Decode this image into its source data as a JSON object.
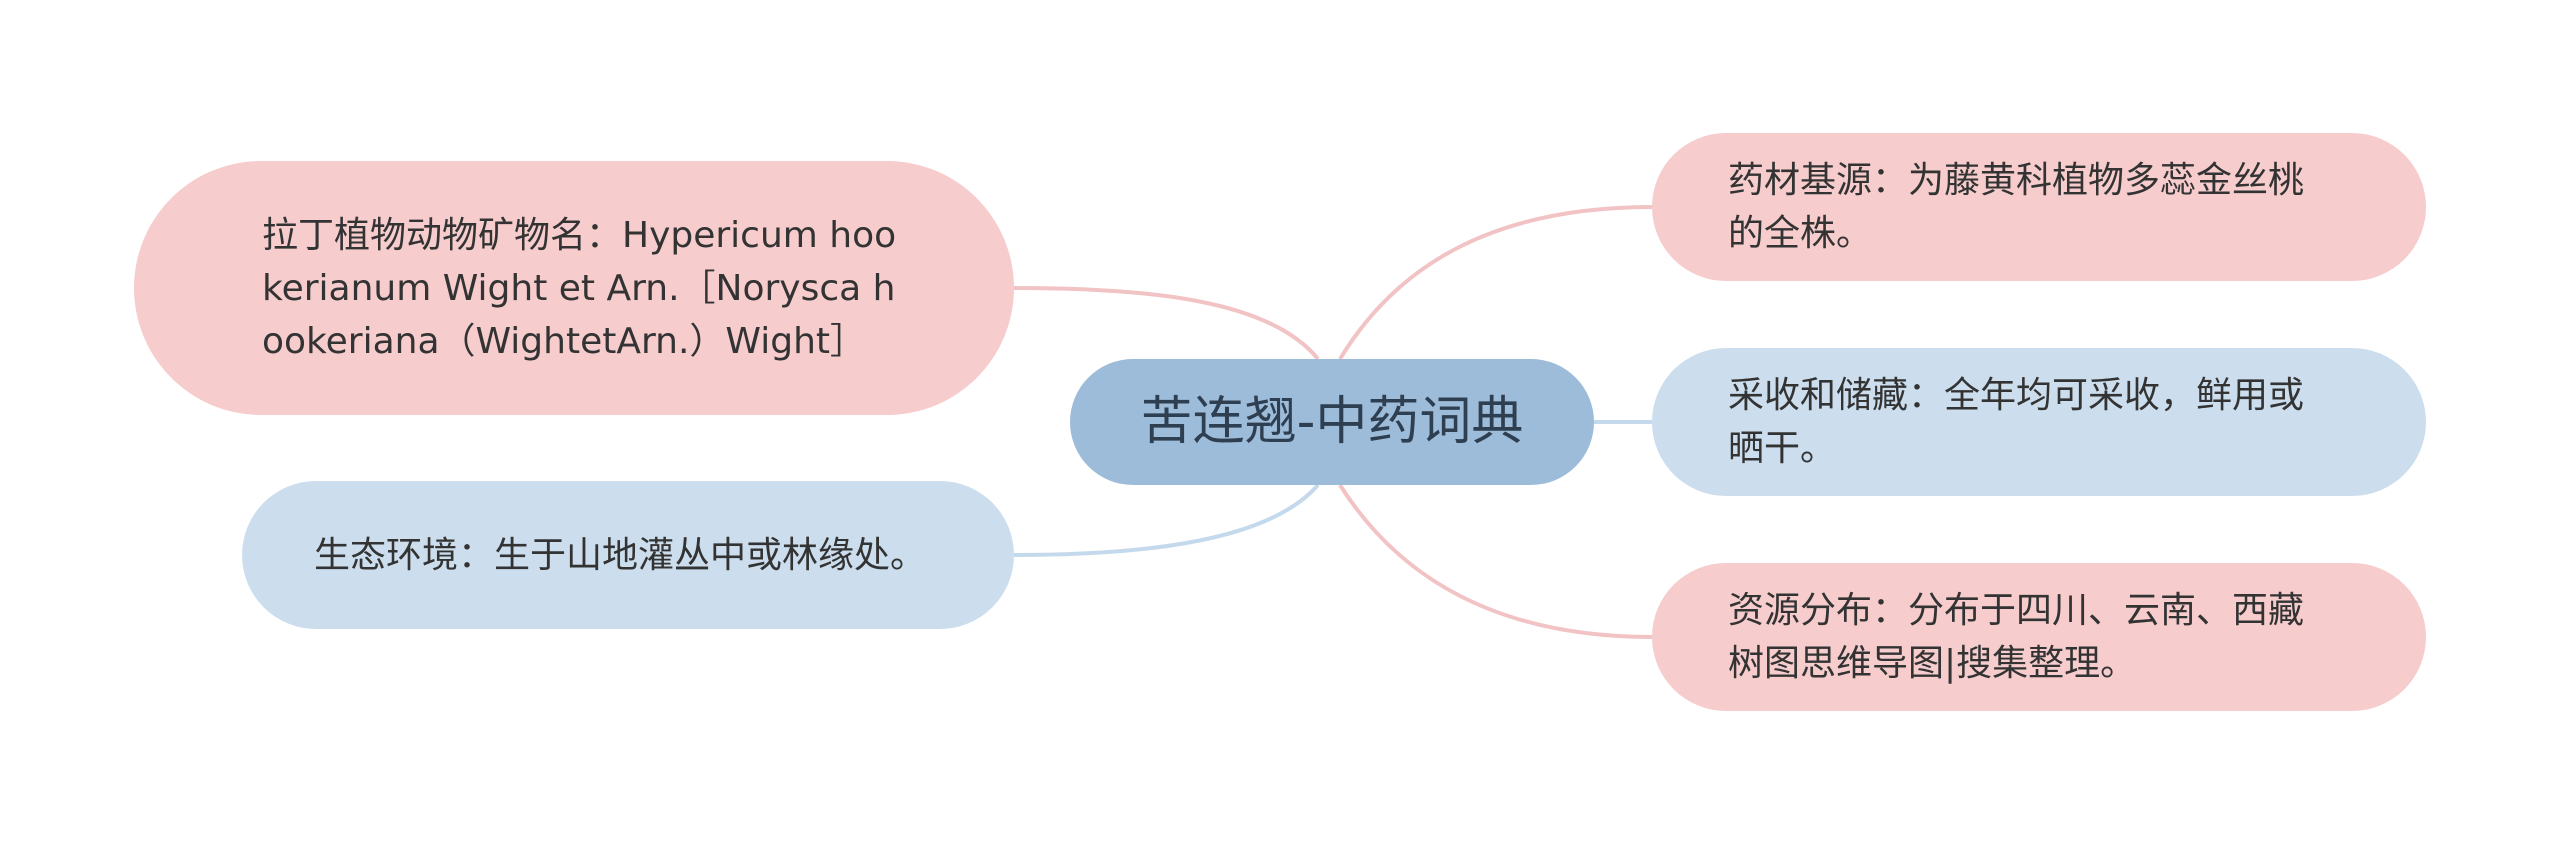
{
  "mindmap": {
    "center": {
      "label": "苦连翘-中药词典"
    },
    "branches": [
      {
        "id": "medicinal-source",
        "label": "药材基源：为藤黄科植物多蕊金丝桃的全株。",
        "color": "#f6cccd",
        "line_color": "#f2c3c4"
      },
      {
        "id": "harvest",
        "label": "采收和储藏：全年均可采收，鲜用或晒干。",
        "color": "#ccdeee",
        "line_color": "#c5d9ec"
      },
      {
        "id": "distribution",
        "label": "资源分布：分布于四川、云南、西藏树图思维导图|搜集整理。",
        "color": "#f6cccd",
        "line_color": "#f2c3c4"
      },
      {
        "id": "latin-name",
        "label": "拉丁植物动物矿物名：Hypericum hookerianum Wight et Arn.［Norysca hookeriana（WightetArn.）Wight］",
        "color": "#f6cccd",
        "line_color": "#f2c3c4"
      },
      {
        "id": "habitat",
        "label": "生态环境：生于山地灌丛中或林缘处。",
        "color": "#ccdeee",
        "line_color": "#c5d9ec"
      }
    ]
  }
}
